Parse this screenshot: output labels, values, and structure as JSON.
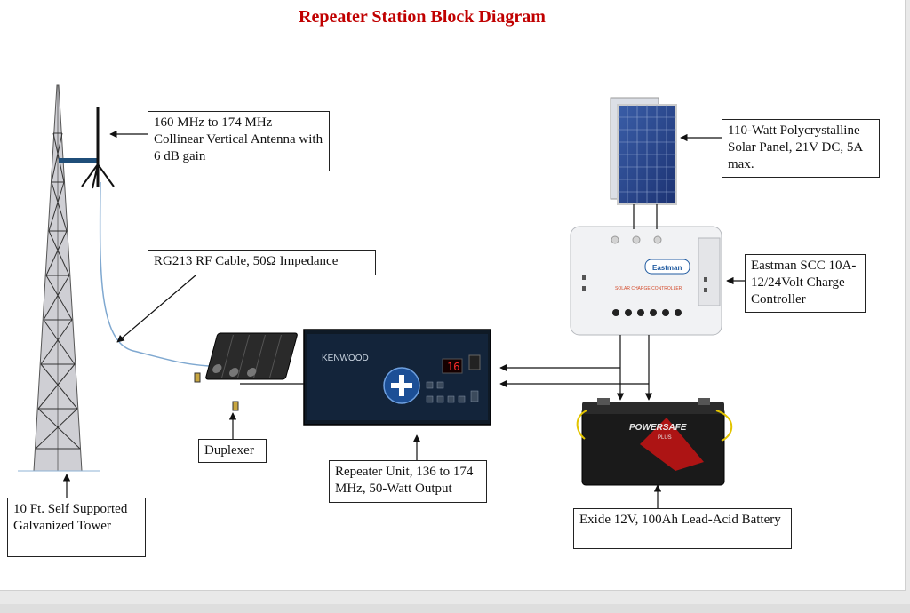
{
  "title": "Repeater Station Block Diagram",
  "labels": {
    "antenna": "160 MHz to 174 MHz Collinear Vertical Antenna with 6 dB gain",
    "cable": "RG213 RF Cable, 50Ω Impedance",
    "duplexer": "Duplexer",
    "repeater": "Repeater Unit, 136 to 174 MHz, 50-Watt Output",
    "tower": "10 Ft. Self Supported Galvanized Tower",
    "solar": "110-Watt Polycrystalline Solar Panel, 21V DC, 5A max.",
    "controller": "Eastman SCC 10A-12/24Volt Charge Controller",
    "battery": "Exide 12V, 100Ah Lead-Acid Battery"
  },
  "device_text": {
    "repeater_brand": "KENWOOD",
    "repeater_display": "16",
    "controller_brand": "Eastman",
    "controller_subtitle": "SOLAR CHARGE CONTROLLER",
    "battery_brand": "POWERSAFE",
    "battery_plus": "PLUS"
  }
}
